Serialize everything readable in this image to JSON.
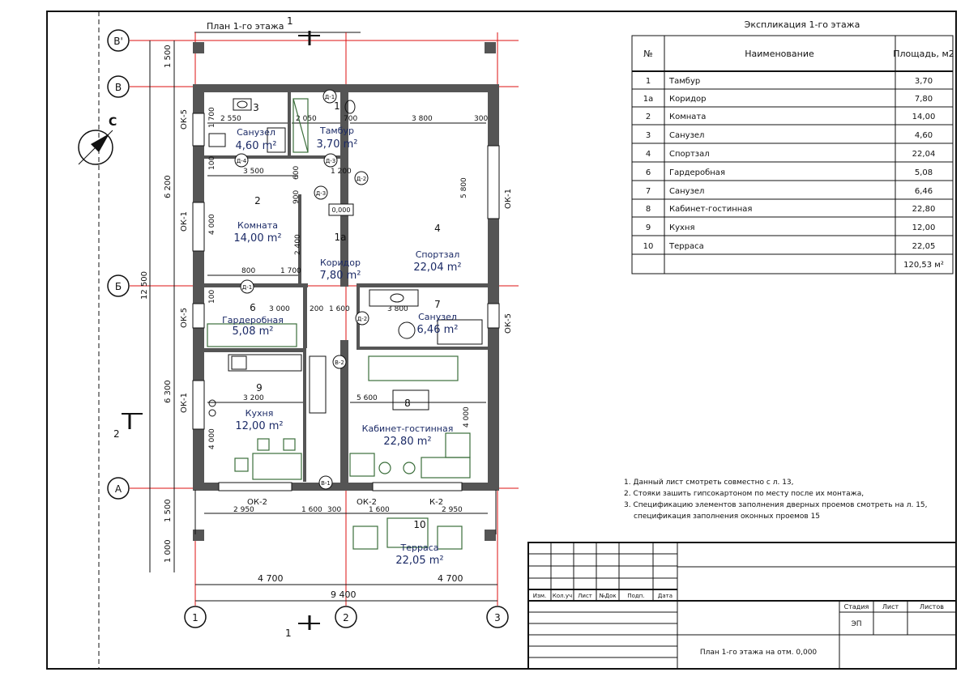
{
  "plan_title": "План 1-го этажа",
  "bottom_caption": "План 1-го этажа на отм. 0,000",
  "axes": {
    "rows": [
      "В'",
      "В",
      "Б",
      "А"
    ],
    "cols": [
      "1",
      "2",
      "3"
    ]
  },
  "section_marks": {
    "s1": "1",
    "s2": "2"
  },
  "compass": "С",
  "dimensions": {
    "left": [
      "1 500",
      "6 200",
      "12 500",
      "6 300",
      "1 500",
      "1 000"
    ],
    "bottom": [
      "4 700",
      "4 700",
      "9 400"
    ],
    "inner": [
      "2 550",
      "2 050",
      "3 800",
      "300",
      "700",
      "3 500",
      "600",
      "1 200",
      "900",
      "4 000",
      "2 400",
      "5 800",
      "800",
      "1 700",
      "100",
      "3 000",
      "200",
      "1 600",
      "3 800",
      "3 200",
      "5 600",
      "4 000",
      "2 950",
      "1 600",
      "300",
      "1 600",
      "2 950",
      "1 700",
      "800",
      "100"
    ],
    "level_mark": "0,000"
  },
  "window_marks": [
    "ОК-5",
    "ОК-1",
    "ОК-5",
    "ОК-1",
    "ОК-1",
    "ОК-5",
    "ОК-2",
    "ОК-2",
    "К-2"
  ],
  "door_marks": [
    "Д-1",
    "Д-2",
    "Д-3",
    "Д-3",
    "Д-4",
    "Д-1",
    "Д-2",
    "В-2",
    "В-1"
  ],
  "rooms": [
    {
      "num": "1",
      "name": "Тамбур",
      "area": "3,70 m²"
    },
    {
      "num": "1а",
      "name": "Коридор",
      "area": "7,80 m²"
    },
    {
      "num": "2",
      "name": "Комната",
      "area": "14,00 m²"
    },
    {
      "num": "3",
      "name": "Санузел",
      "area": "4,60 m²"
    },
    {
      "num": "4",
      "name": "Спортзал",
      "area": "22,04 m²"
    },
    {
      "num": "6",
      "name": "Гардеробная",
      "area": "5,08 m²"
    },
    {
      "num": "7",
      "name": "Санузел",
      "area": "6,46 m²"
    },
    {
      "num": "8",
      "name": "Кабинет-гостинная",
      "area": "22,80 m²"
    },
    {
      "num": "9",
      "name": "Кухня",
      "area": "12,00 m²"
    },
    {
      "num": "10",
      "name": "Терраса",
      "area": "22,05 m²"
    }
  ],
  "explication": {
    "title": "Экспликация 1-го этажа",
    "headers": [
      "№",
      "Наименование",
      "Площадь, м2"
    ],
    "rows": [
      [
        "1",
        "Тамбур",
        "3,70"
      ],
      [
        "1а",
        "Коридор",
        "7,80"
      ],
      [
        "2",
        "Комната",
        "14,00"
      ],
      [
        "3",
        "Санузел",
        "4,60"
      ],
      [
        "4",
        "Спортзал",
        "22,04"
      ],
      [
        "6",
        "Гардеробная",
        "5,08"
      ],
      [
        "7",
        "Санузел",
        "6,46"
      ],
      [
        "8",
        "Кабинет-гостинная",
        "22,80"
      ],
      [
        "9",
        "Кухня",
        "12,00"
      ],
      [
        "10",
        "Терраса",
        "22,05"
      ]
    ],
    "total": "120,53 м²"
  },
  "notes": [
    "1. Данный лист смотреть совместно с л. 13,",
    "2. Стояки зашить гипсокартоном по месту после их монтажа,",
    "3. Спецификацию элементов заполнения дверных проемов смотреть на л. 15,",
    "спецификация заполнения оконных проемов 15"
  ],
  "stamp": {
    "cols": [
      "Изм.",
      "Кол.уч",
      "Лист",
      "№Док",
      "Подп.",
      "Дата"
    ],
    "stage_headers": [
      "Стадия",
      "Лист",
      "Листов"
    ],
    "stage": "ЭП"
  }
}
